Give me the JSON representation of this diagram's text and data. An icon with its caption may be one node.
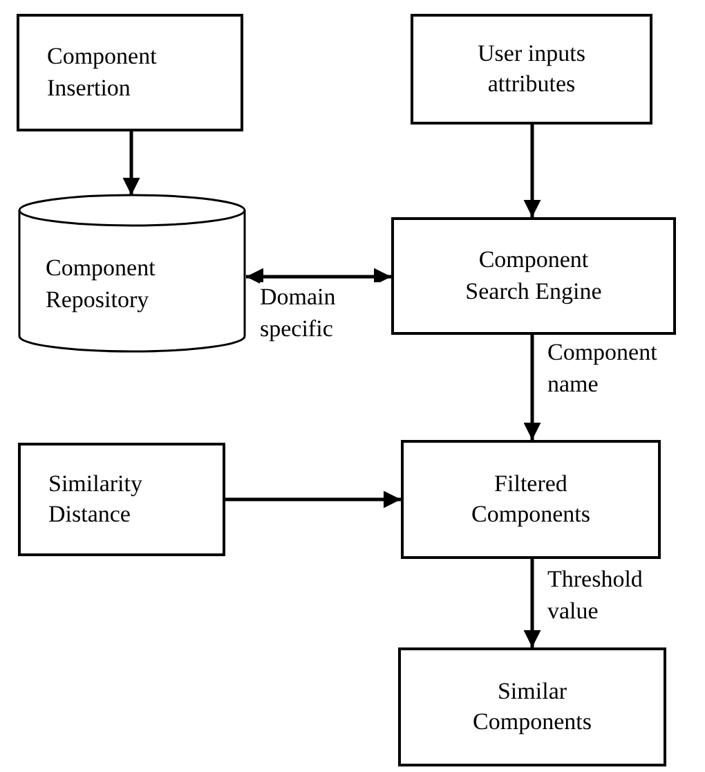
{
  "diagram": {
    "nodes": [
      {
        "text": [
          "Component Insertion"
        ]
      },
      {
        "text": [
          "Component Repository"
        ]
      },
      {
        "text": [
          "User inputs attributes"
        ]
      },
      {
        "text": [
          "Component Search Engine"
        ]
      },
      {
        "text": [
          "Similarity Distance"
        ]
      },
      {
        "text": [
          "Filtered Components"
        ]
      },
      {
        "text": [
          "Similar Components"
        ]
      }
    ],
    "edges": [
      {
        "from": 0,
        "to": 1,
        "arrow": "to"
      },
      {
        "from": 2,
        "to": 3,
        "arrow": "to"
      },
      {
        "from": 1,
        "to": 3,
        "arrow": "both",
        "label": "Domain specific"
      },
      {
        "from": 3,
        "to": 5,
        "arrow": "to",
        "label": "Component name"
      },
      {
        "from": 4,
        "to": 5,
        "arrow": "to"
      },
      {
        "from": 5,
        "to": 6,
        "arrow": "to",
        "label": "Threshold value"
      }
    ]
  }
}
